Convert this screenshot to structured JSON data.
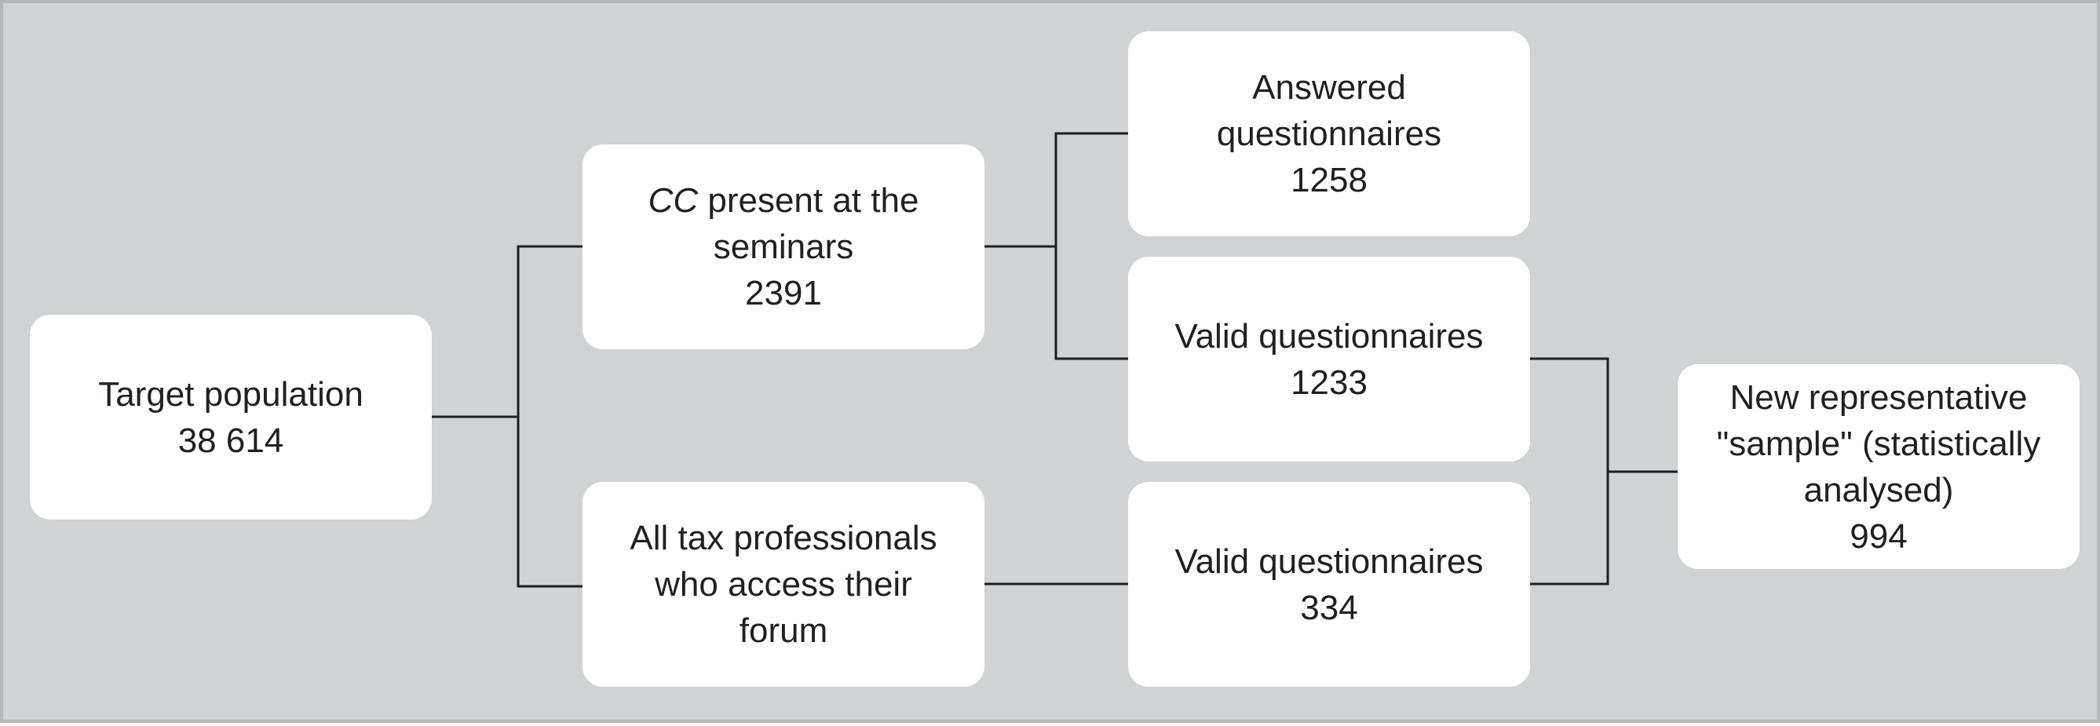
{
  "diagram": {
    "nodes": {
      "target_population": {
        "label": "Target population",
        "value": "38 614"
      },
      "cc_seminars": {
        "label_emph": "CC",
        "label_rest": " present at the",
        "label_line2": "seminars",
        "value": "2391"
      },
      "all_tax_professionals": {
        "line1": "All tax professionals",
        "line2": "who access their",
        "line3": "forum"
      },
      "answered_questionnaires": {
        "line1": "Answered",
        "line2": "questionnaires",
        "value": "1258"
      },
      "valid_questionnaires_1": {
        "label": "Valid questionnaires",
        "value": "1233"
      },
      "valid_questionnaires_2": {
        "label": "Valid questionnaires",
        "value": "334"
      },
      "new_sample": {
        "line1": "New representative",
        "line2": "\"sample\" (statistically",
        "line3": "analysed)",
        "value": "994"
      }
    },
    "edges": [
      {
        "from": "target_population",
        "to": "cc_seminars"
      },
      {
        "from": "target_population",
        "to": "all_tax_professionals"
      },
      {
        "from": "cc_seminars",
        "to": "answered_questionnaires"
      },
      {
        "from": "cc_seminars",
        "to": "valid_questionnaires_1"
      },
      {
        "from": "all_tax_professionals",
        "to": "valid_questionnaires_2"
      },
      {
        "from": "valid_questionnaires_1",
        "to": "new_sample"
      },
      {
        "from": "valid_questionnaires_2",
        "to": "new_sample"
      }
    ],
    "colors": {
      "background": "#d1d2d4",
      "node_fill": "#ffffff",
      "text": "#231f20",
      "connector": "#1e1e1e"
    }
  }
}
